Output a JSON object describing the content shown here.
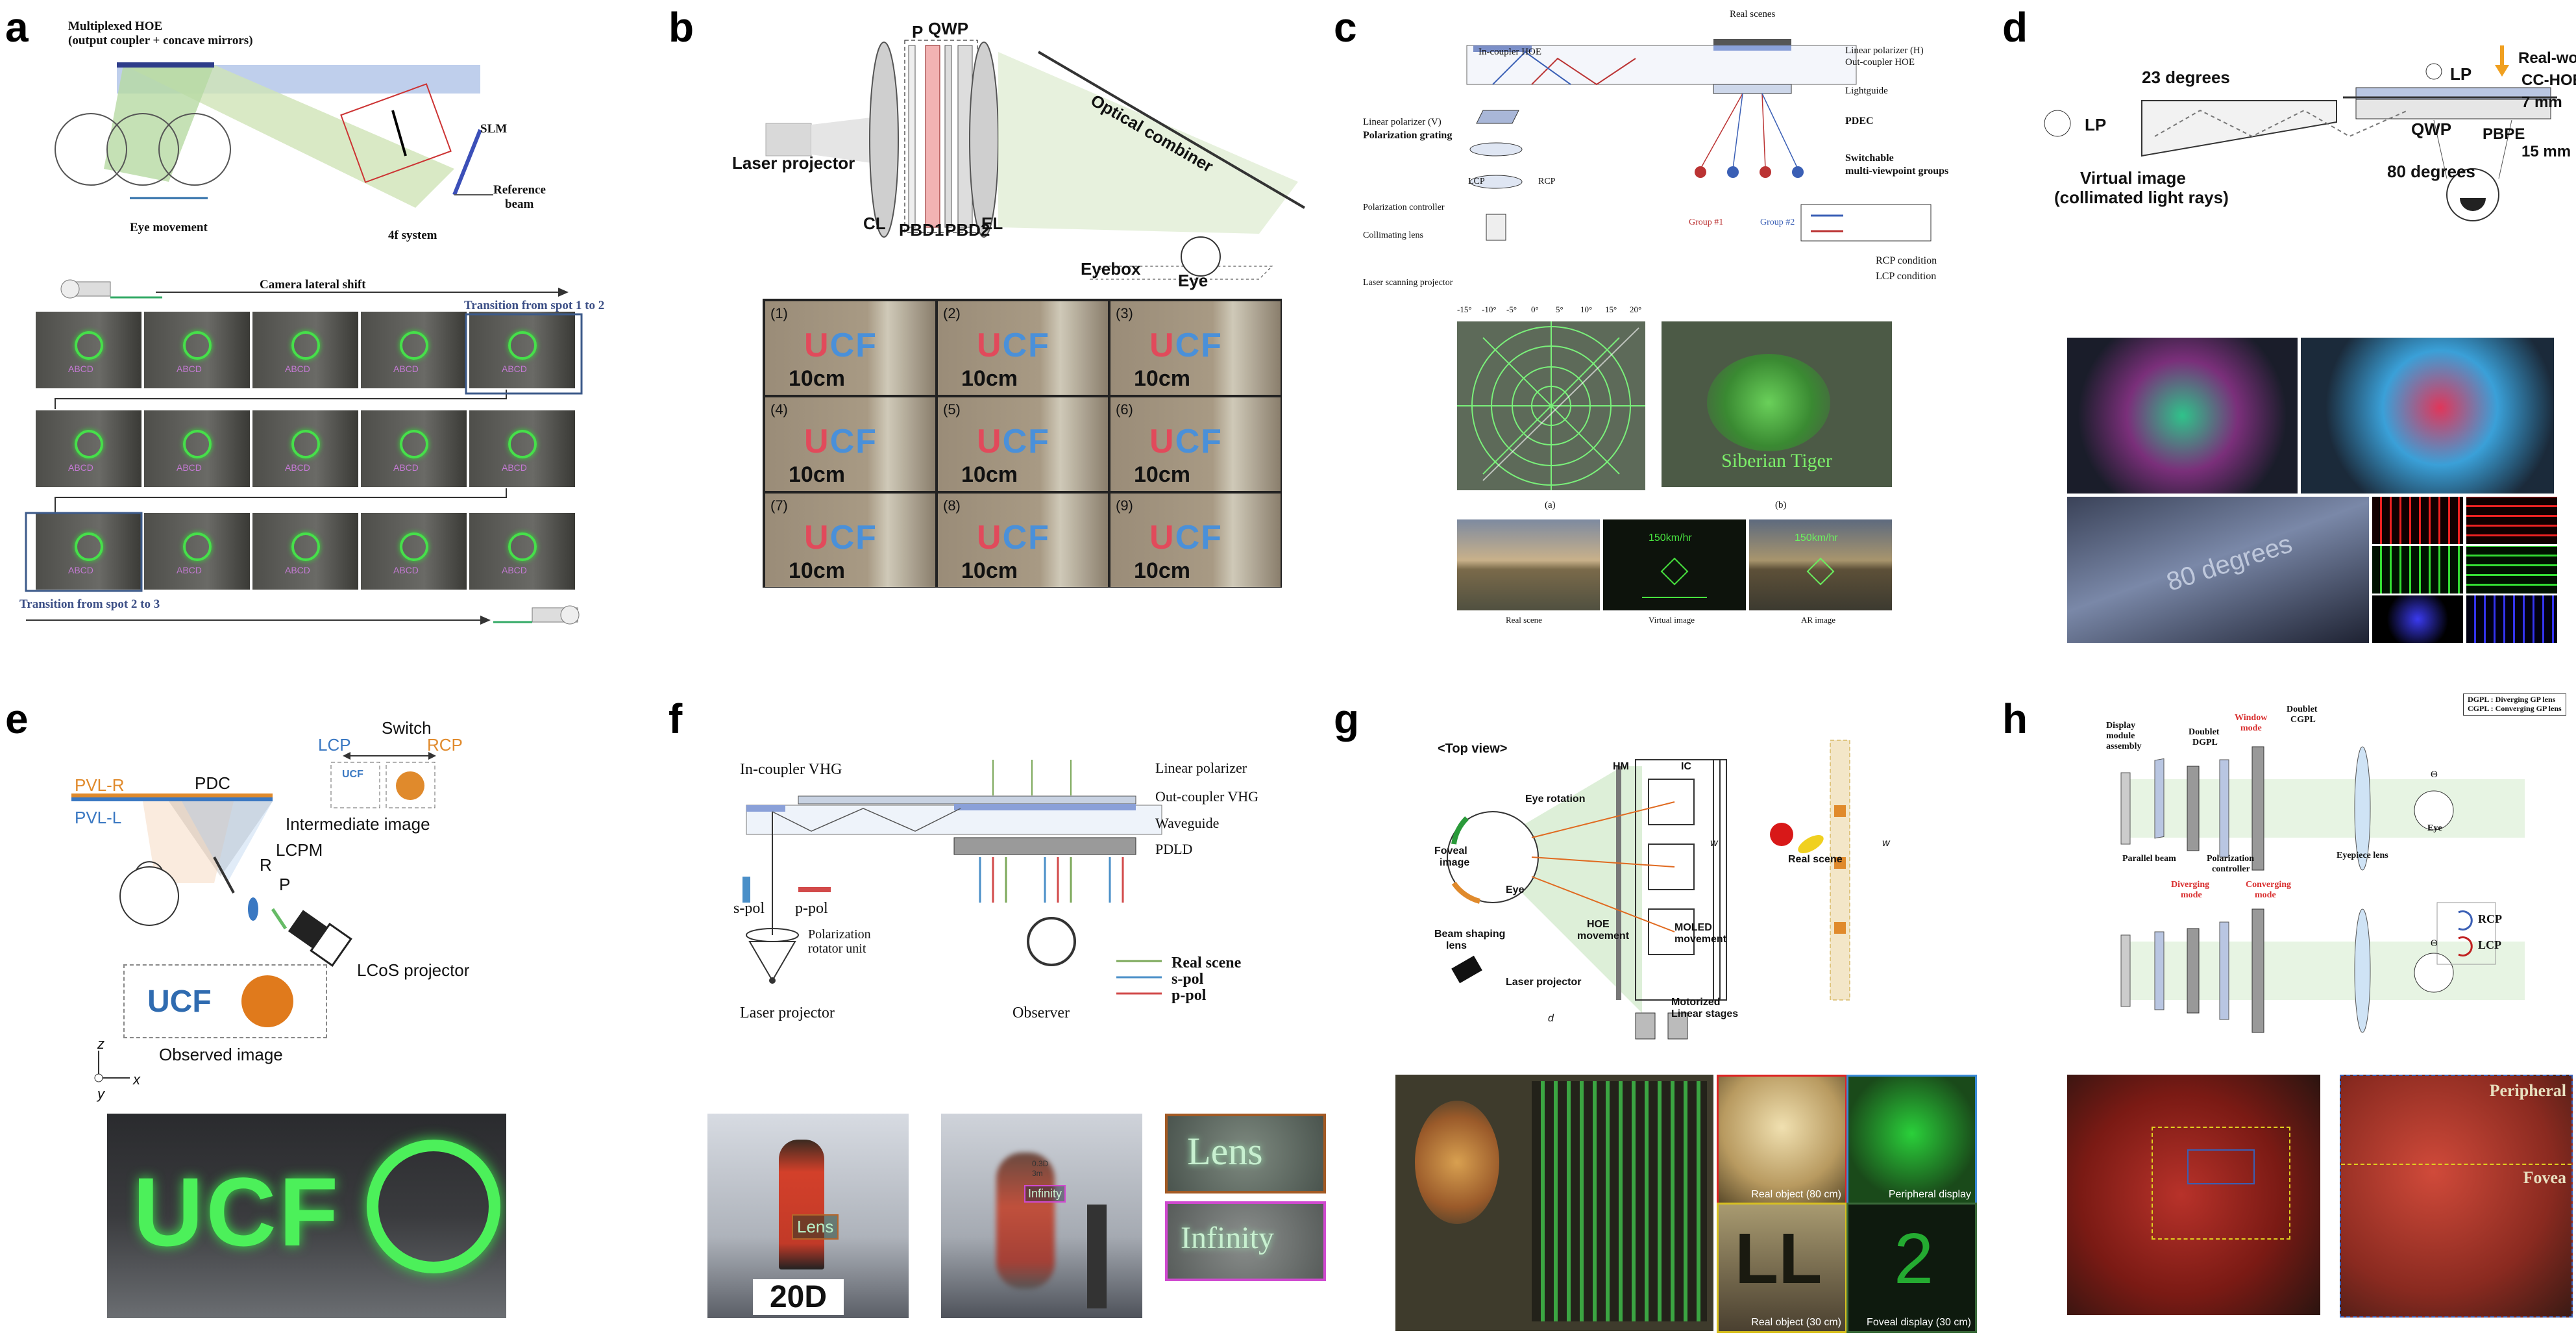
{
  "panels": {
    "a": {
      "label": "a",
      "hoe_title_line1": "Multiplexed HOE",
      "hoe_title_line2": "(output coupler + concave mirrors)",
      "slm": "SLM",
      "fourf": "4f system",
      "reference_beam_line1": "Reference",
      "reference_beam_line2": "beam",
      "eye_movement": "Eye movement",
      "camera_shift": "Camera lateral shift",
      "transition_1_2": "Transition from spot 1 to 2",
      "transition_2_3": "Transition from spot 2 to 3",
      "frame_text": "ABCD"
    },
    "b": {
      "label": "b",
      "p": "P",
      "qwp": "QWP",
      "laser_projector": "Laser projector",
      "optical_combiner": "Optical combiner",
      "cl": "CL",
      "pbd1": "PBD1",
      "pbd2": "PBD2",
      "el": "EL",
      "eyebox": "Eyebox",
      "eye": "Eye",
      "cells": [
        {
          "num": "(1)",
          "logo": "UCF",
          "dist": "10cm"
        },
        {
          "num": "(2)",
          "logo": "UCF",
          "dist": "10cm"
        },
        {
          "num": "(3)",
          "logo": "UCF",
          "dist": "10cm"
        },
        {
          "num": "(4)",
          "logo": "UCF",
          "dist": "10cm"
        },
        {
          "num": "(5)",
          "logo": "UCF",
          "dist": "10cm"
        },
        {
          "num": "(6)",
          "logo": "UCF",
          "dist": "10cm"
        },
        {
          "num": "(7)",
          "logo": "UCF",
          "dist": "10cm"
        },
        {
          "num": "(8)",
          "logo": "UCF",
          "dist": "10cm"
        },
        {
          "num": "(9)",
          "logo": "UCF",
          "dist": "10cm"
        }
      ]
    },
    "c": {
      "label": "c",
      "real_scenes": "Real scenes",
      "in_coupler": "In-coupler HOE",
      "linear_pol_h": "Linear polarizer (H)",
      "out_coupler": "Out-coupler HOE",
      "lightguide": "Lightguide",
      "pdec": "PDEC",
      "linear_pol_v": "Linear polarizer (V)",
      "pol_grating": "Polarization grating",
      "lcp": "LCP",
      "rcp": "RCP",
      "switchable_line1": "Switchable",
      "switchable_line2": "multi-viewpoint groups",
      "pol_controller": "Polarization controller",
      "collimating_lens": "Collimating lens",
      "laser_scanning": "Laser scanning projector",
      "group1": "Group #1",
      "group2": "Group #2",
      "rcp_condition": "RCP condition",
      "lcp_condition": "LCP condition",
      "angles": [
        "-15°",
        "-10°",
        "-5°",
        "0°",
        "5°",
        "10°",
        "15°",
        "20°"
      ],
      "sub_a": "(a)",
      "sub_b": "(b)",
      "siberian_tiger": "Siberian Tiger",
      "real_scene": "Real scene",
      "virtual_image": "Virtual image",
      "ar_image": "AR image",
      "hud_speed": "150km/hr"
    },
    "d": {
      "label": "d",
      "deg23": "23 degrees",
      "lp_top": "LP",
      "real_world": "Real-world scene",
      "cc_hoe": "CC-HOE",
      "mm7": "7 mm",
      "lp_left": "LP",
      "qwp": "QWP",
      "pbpe": "PBPE",
      "mm15": "15 mm",
      "virtual_line1": "Virtual image",
      "virtual_line2": "(collimated light rays)",
      "deg80": "80 degrees",
      "photo_text": "80 degrees"
    },
    "e": {
      "label": "e",
      "switch": "Switch",
      "lcp": "LCP",
      "rcp": "RCP",
      "ucf_small": "UCF",
      "pvl_r": "PVL-R",
      "pvl_l": "PVL-L",
      "pdc": "PDC",
      "intermediate": "Intermediate image",
      "lcpm": "LCPM",
      "r": "R",
      "p": "P",
      "lcos": "LCoS projector",
      "observed_logo": "UCF",
      "observed_image": "Observed image",
      "axis_z": "z",
      "axis_x": "x",
      "axis_y": "y",
      "photo_text": "UCF"
    },
    "f": {
      "label": "f",
      "in_coupler": "In-coupler VHG",
      "linear_polarizer": "Linear polarizer",
      "out_coupler": "Out-coupler VHG",
      "waveguide": "Waveguide",
      "pdld": "PDLD",
      "s_pol": "s-pol",
      "p_pol": "p-pol",
      "rotator_line1": "Polarization",
      "rotator_line2": "rotator unit",
      "laser_projector": "Laser projector",
      "observer": "Observer",
      "legend_real": "Real scene",
      "legend_s": "s-pol",
      "legend_p": "p-pol",
      "photo1_sign": "20D",
      "photo1_label": "Lens",
      "photo2_tag": "Infinity",
      "photo2_note_line1": "0.3D",
      "photo2_note_line2": "3m",
      "zoom_lens": "Lens",
      "zoom_infinity": "Infinity"
    },
    "g": {
      "label": "g",
      "top_view": "<Top view>",
      "hm": "HM",
      "ic": "IC",
      "eye_rotation": "Eye rotation",
      "foveal_line1": "Foveal",
      "foveal_line2": "image",
      "eye": "Eye",
      "hoe_move_line1": "HOE",
      "hoe_move_line2": "movement",
      "moled_line1": "MOLED",
      "moled_line2": "movement",
      "beam_shaping_line1": "Beam shaping",
      "beam_shaping_line2": "lens",
      "laser_projector": "Laser projector",
      "motorized_line1": "Motorized",
      "motorized_line2": "Linear stages",
      "real_scene": "Real scene",
      "sym_wm": "w",
      "sym_wf": "w",
      "sym_dp": "d",
      "cap_real80": "Real object (80 cm)",
      "cap_peripheral": "Peripheral display",
      "cap_real30": "Real object (30 cm)",
      "cap_foveal30": "Foveal display (30 cm)"
    },
    "h": {
      "label": "h",
      "legend_line1": "DGPL : Diverging  GP lens",
      "legend_line2": "CGPL : Converging GP lens",
      "display_module_line1": "Display",
      "display_module_line2": "module",
      "display_module_line3": "assembly",
      "doublet_dgpl_line1": "Doublet",
      "doublet_dgpl_line2": "DGPL",
      "window_mode_line1": "Window",
      "window_mode_line2": "mode",
      "doublet_cgpl_line1": "Doublet",
      "doublet_cgpl_line2": "CGPL",
      "parallel_beam": "Parallel beam",
      "pol_controller_line1": "Polarization",
      "pol_controller_line2": "controller",
      "eyepiece": "Eyepiece lens",
      "eye": "Eye",
      "rcp": "RCP",
      "lcp": "LCP",
      "diverging_line1": "Diverging",
      "diverging_line2": "mode",
      "converging_line1": "Converging",
      "converging_line2": "mode",
      "theta": "Θ",
      "peripheral": "Peripheral",
      "fovea": "Fovea"
    }
  },
  "colors": {
    "hud_green": "#39d53a",
    "ucf_red": "#e14a5b",
    "ucf_blue": "#4a90d9",
    "rcp_blue": "#3a5fb5",
    "lcp_red": "#b22222",
    "orange": "#e08a2c",
    "pvl_blue": "#3a78c2",
    "accent_red": "#d93030"
  }
}
